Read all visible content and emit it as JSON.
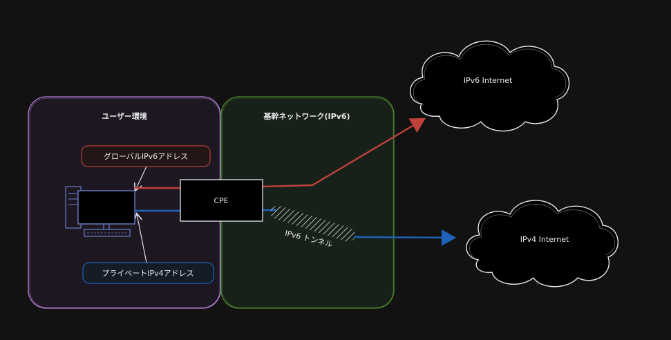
{
  "user_env": {
    "title": "ユーザー環境"
  },
  "backbone": {
    "title": "基幹ネットワーク(IPv6)"
  },
  "global_addr": {
    "label": "グローバルIPv6アドレス"
  },
  "private_addr": {
    "label": "プライベートIPv4アドレス"
  },
  "cpe": {
    "label": "CPE"
  },
  "tunnel": {
    "label": "IPv6 トンネル"
  },
  "ipv6_cloud": {
    "label": "IPv6 Internet"
  },
  "ipv4_cloud": {
    "label": "IPv4 Internet"
  },
  "colors": {
    "user_env_border": "#b57fd8",
    "backbone_border": "#4f8a2e",
    "ipv6_path": "#c0413b",
    "ipv4_path": "#1e63b8",
    "computer": "#6a7fc8"
  }
}
